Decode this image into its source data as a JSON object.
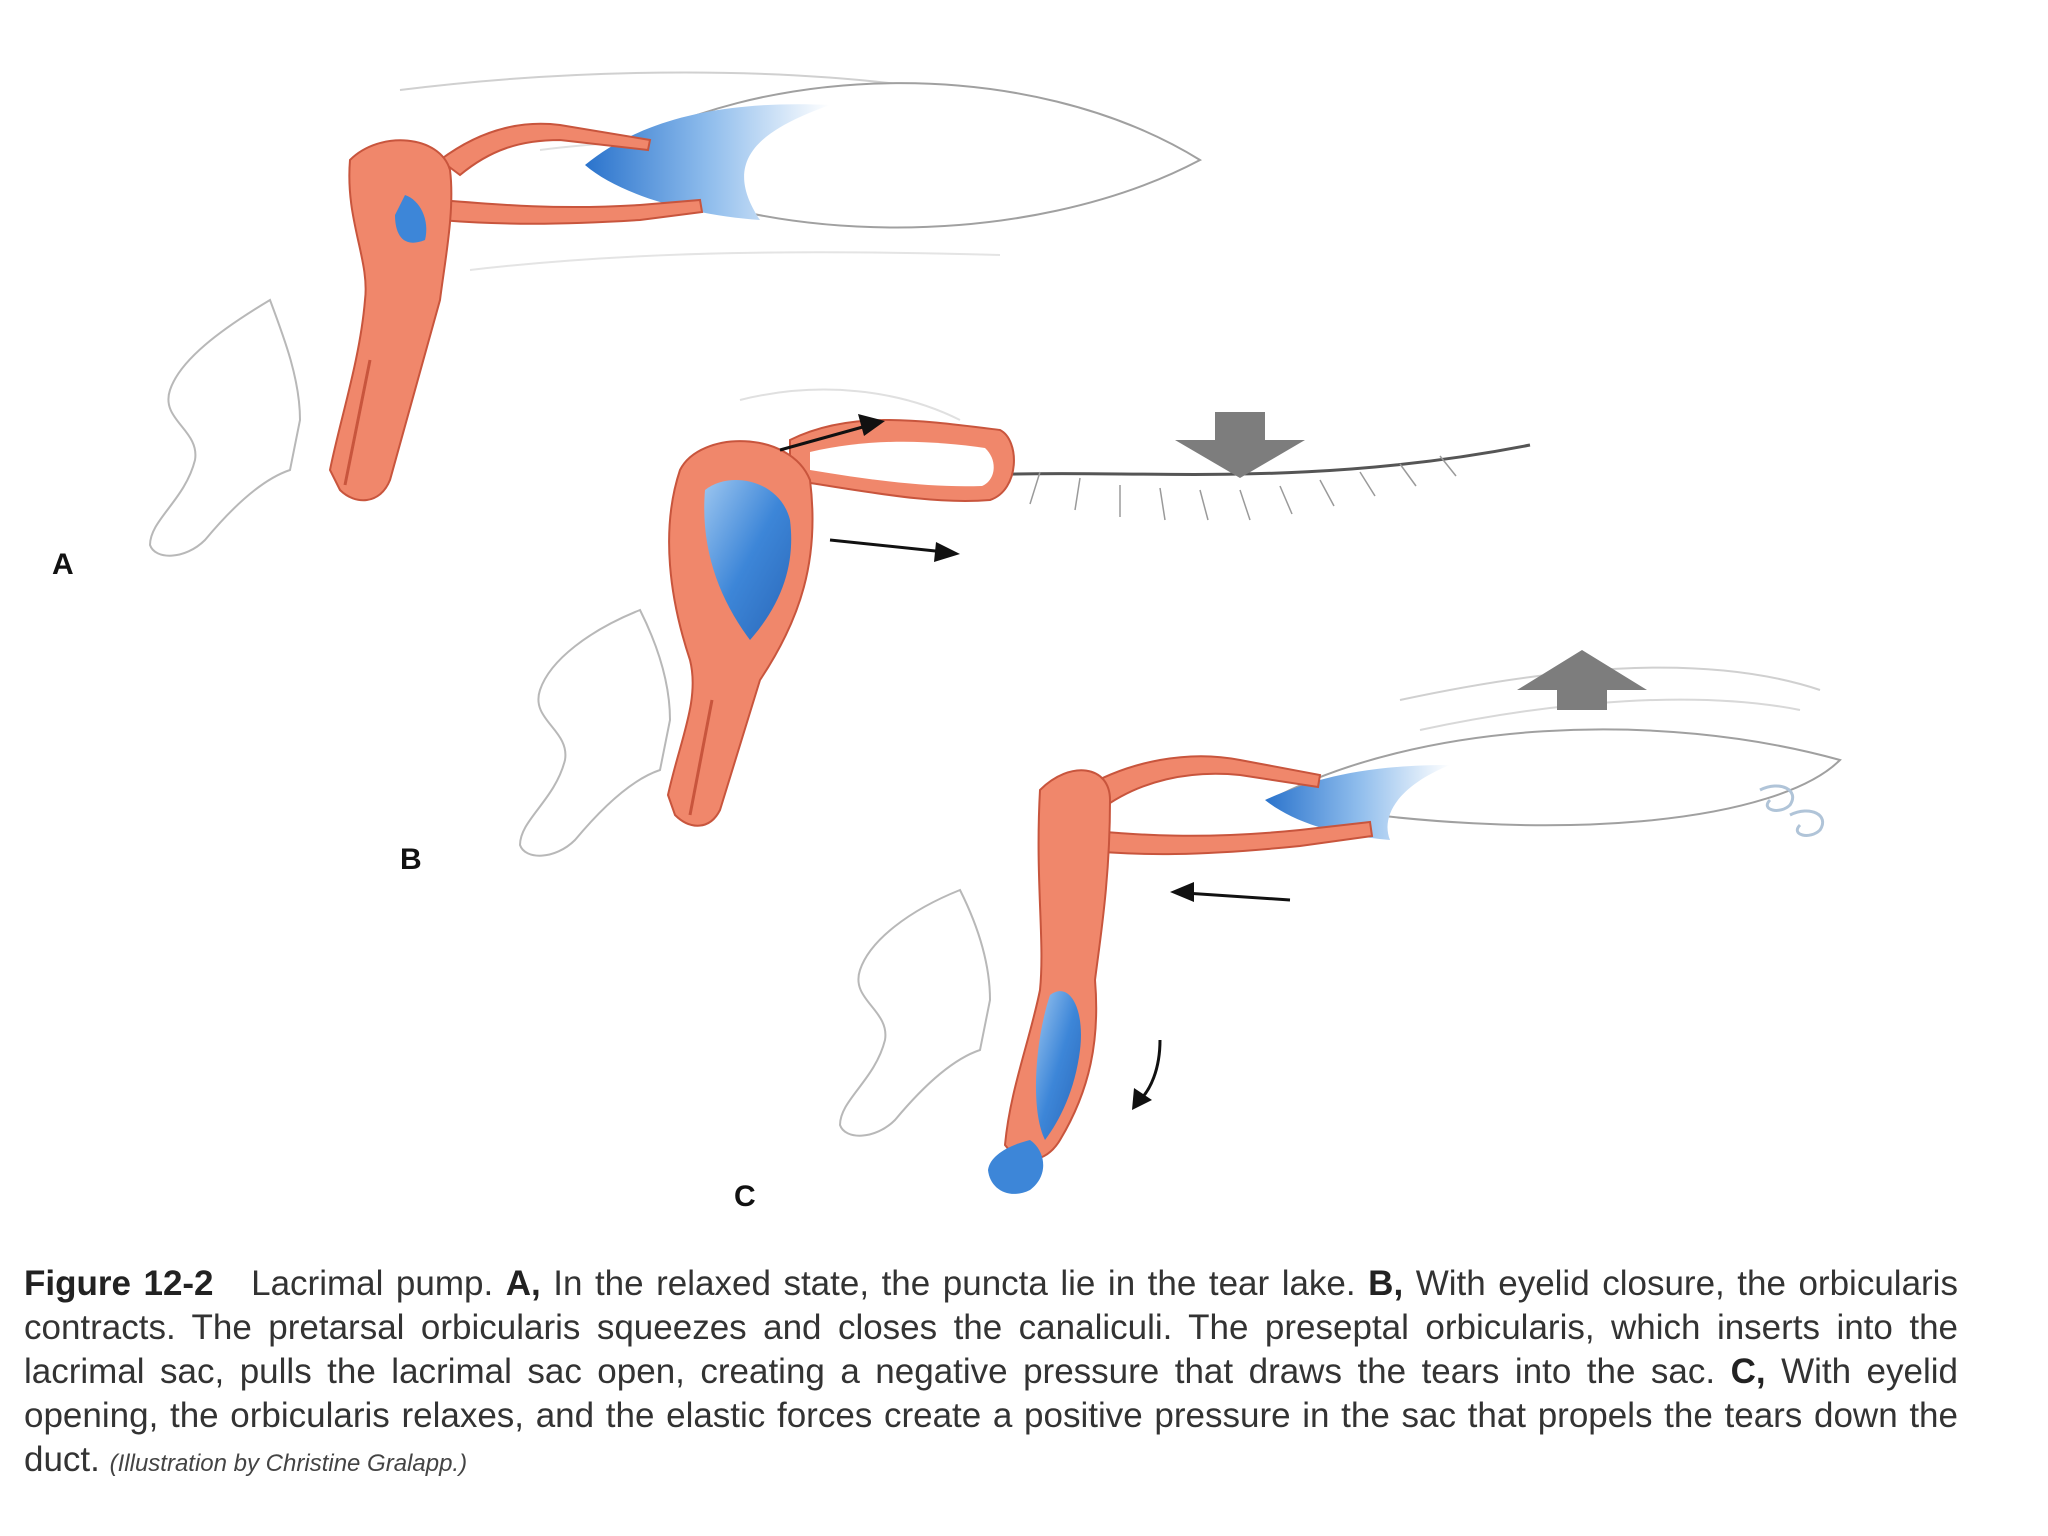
{
  "panels": [
    {
      "label": "A"
    },
    {
      "label": "B"
    },
    {
      "label": "C"
    }
  ],
  "caption": {
    "figure_number": "Figure 12-2",
    "title": "Lacrimal pump.",
    "a_label": "A,",
    "a_text": "In the relaxed state, the puncta lie in the tear lake.",
    "b_label": "B,",
    "b_text": "With eyelid closure, the orbicularis contracts. The pretarsal orbicularis squeezes and closes the canaliculi. The preseptal orbicularis, which inserts into the lacrimal sac, pulls the lacrimal sac open, creating a negative pressure that draws the tears into the sac.",
    "c_label": "C,",
    "c_text": "With eyelid opening, the orbicularis relaxes, and the elastic forces create a positive pressure in the sac that propels the tears down the duct.",
    "credit": "(Illustration by Christine Gralapp.)"
  },
  "colors": {
    "tissue": "#f0876b",
    "tissue_dark": "#c8553d",
    "tear": "#3d86d8",
    "tear_light": "#cfe3f7",
    "arrow_gray": "#7d7d7d",
    "outline": "#b5b5b5"
  }
}
